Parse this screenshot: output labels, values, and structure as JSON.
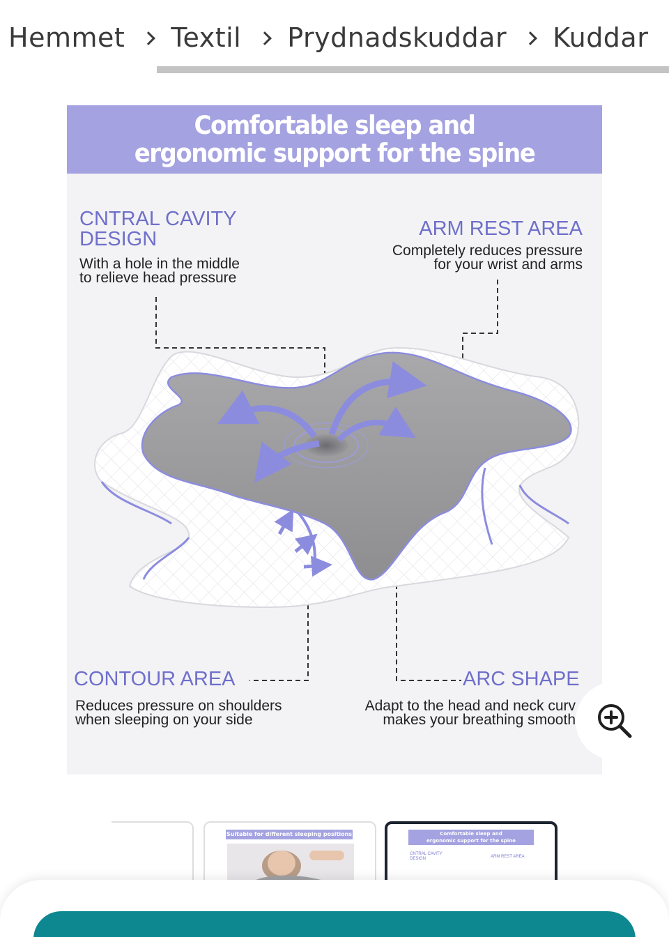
{
  "breadcrumb": {
    "items": [
      "Hemmet",
      "Textil",
      "Prydnadskuddar",
      "Kuddar"
    ]
  },
  "product_image": {
    "banner": {
      "line1": "Comfortable sleep and",
      "line2": "ergonomic support for the spine"
    },
    "features": {
      "central": {
        "title_line1": "CNTRAL CAVITY",
        "title_line2": "DESIGN",
        "desc_line1": "With a hole in the middle",
        "desc_line2": "to relieve head pressure"
      },
      "arm_rest": {
        "title": "ARM REST AREA",
        "desc_line1": "Completely reduces pressure",
        "desc_line2": "for your wrist and arms"
      },
      "contour": {
        "title": "CONTOUR AREA",
        "desc_line1": "Reduces pressure on shoulders",
        "desc_line2": "when sleeping on your side"
      },
      "arc": {
        "title": "ARC SHAPE",
        "desc_line1": "Adapt to the head and neck curv",
        "desc_line2": "makes your breathing smooth"
      }
    }
  },
  "thumbnails": {
    "second_banner": "Suitable for different sleeping positions",
    "third_banner_line1": "Comfortable sleep and",
    "third_banner_line2": "ergonomic support for the spine",
    "third_left_line1": "CNTRAL CAVITY",
    "third_left_line2": "DESIGN",
    "third_right": "ARM REST AREA"
  },
  "colors": {
    "accent_purple": "#a4a2e0",
    "feature_text": "#6f6fcb",
    "cta_teal": "#0d8790"
  },
  "icons": {
    "zoom": "zoom-in-icon",
    "separator": "chevron-right-icon"
  }
}
